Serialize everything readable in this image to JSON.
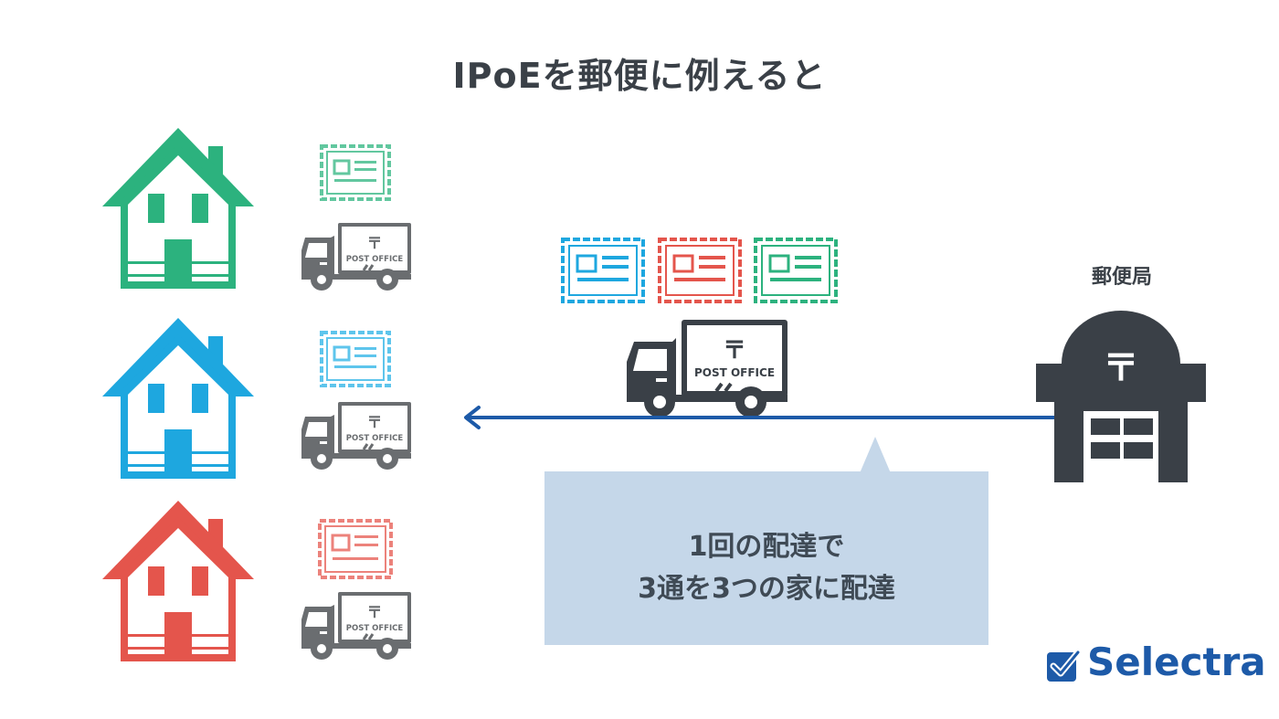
{
  "title": "IPoEを郵便に例えると",
  "post_office": {
    "label": "郵便局",
    "symbol": "〒"
  },
  "truck": {
    "label": "POST OFFICE",
    "symbol": "〒"
  },
  "bubble": {
    "line1": "1回の配達で",
    "line2": "3通を3つの家に配達"
  },
  "logo": {
    "text": "Selectra"
  },
  "colors": {
    "green": "#2cb27e",
    "blue": "#1ea7df",
    "red": "#e4554c",
    "dark": "#3a4047",
    "gray": "#6a6d70",
    "arrow": "#1d5aa8",
    "bubble": "#c5d7e9"
  },
  "houses": [
    {
      "color": "green",
      "letter_color": "#62c79f"
    },
    {
      "color": "blue",
      "letter_color": "#5ec5ec"
    },
    {
      "color": "red",
      "letter_color": "#ec827b"
    }
  ],
  "center_letters": [
    "blue",
    "red",
    "green"
  ]
}
